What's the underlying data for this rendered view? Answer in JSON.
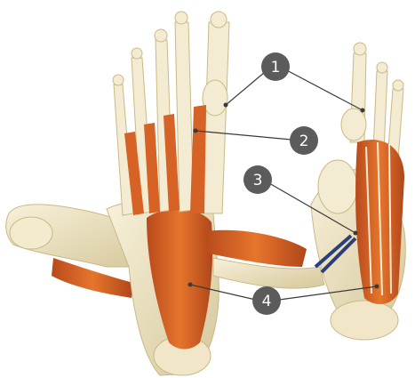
{
  "markers": [
    {
      "id": "1",
      "label": "1"
    },
    {
      "id": "2",
      "label": "2"
    },
    {
      "id": "3",
      "label": "3"
    },
    {
      "id": "4",
      "label": "4"
    }
  ],
  "colors": {
    "background": "#ffffff",
    "bone": "#efe6c8",
    "bone_shade": "#d8cca4",
    "muscle": "#d86424",
    "muscle_dark": "#a8421a",
    "tendon": "#f6ecd2",
    "marker_fill": "#5b5b5b",
    "leader_line": "#3a3a3a",
    "blue_vessel": "#2c3f78"
  }
}
